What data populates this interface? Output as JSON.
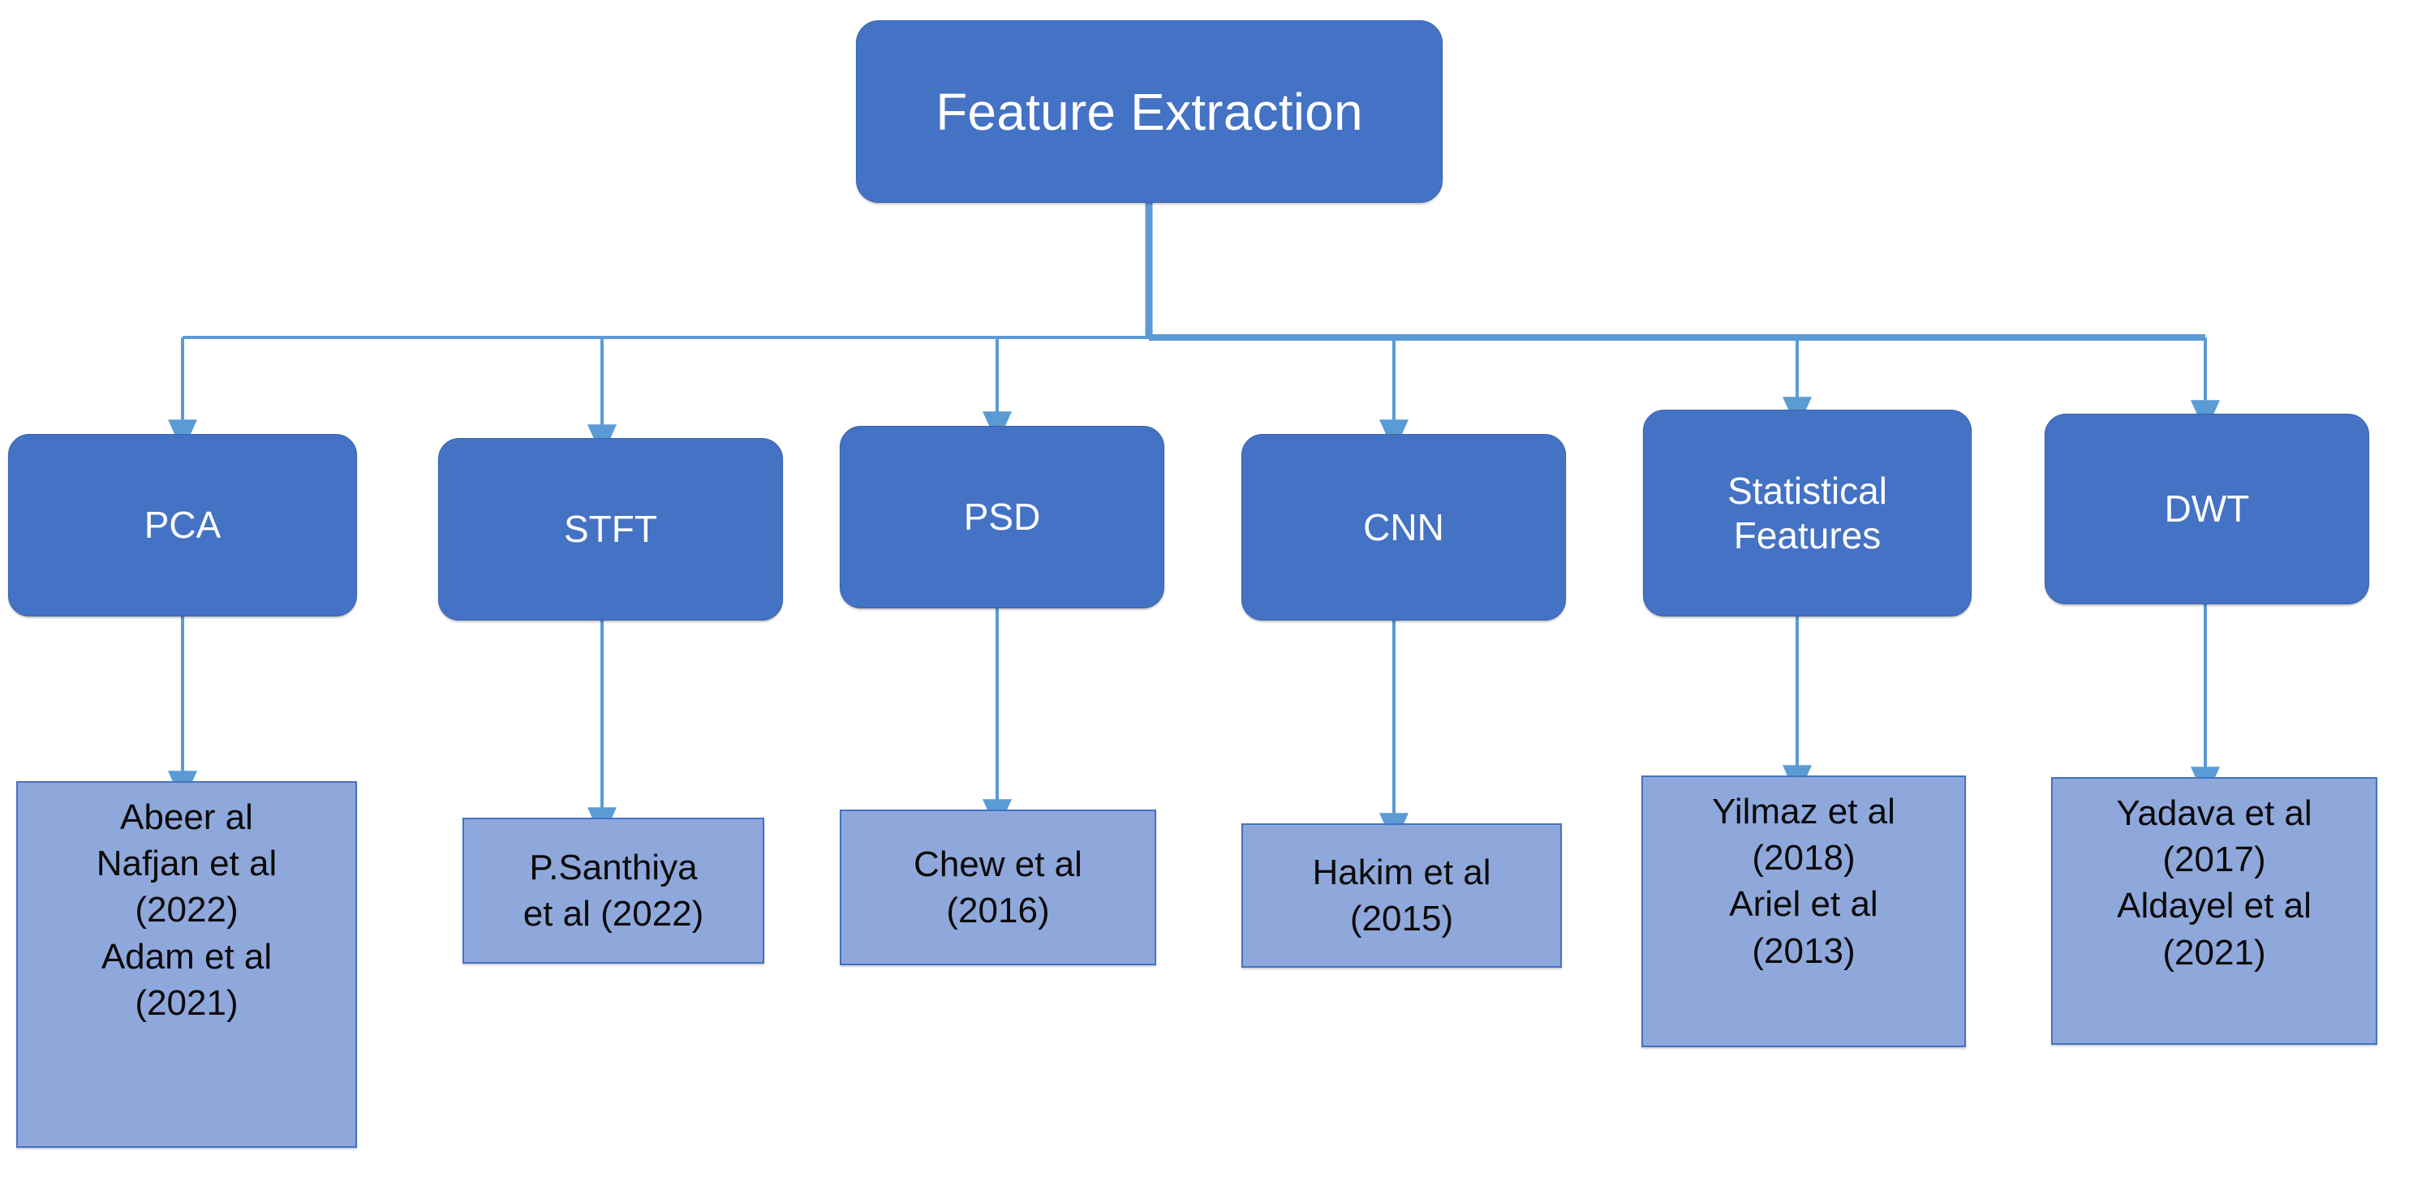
{
  "diagram": {
    "title": "Feature Extraction",
    "type": "tree-hierarchy",
    "colors": {
      "branch_fill": "#4472C4",
      "branch_text": "#FFFFFF",
      "leaf_fill": "#8FA8DC",
      "leaf_border": "#4472C4",
      "leaf_text": "#000000",
      "connector": "#5B9BD5",
      "background": "#FFFFFF"
    },
    "root": {
      "label": "Feature Extraction"
    },
    "branches": [
      {
        "id": "pca",
        "label": "PCA",
        "leaf": "Abeer al\nNafjan et al\n(2022)\nAdam et al\n(2021)"
      },
      {
        "id": "stft",
        "label": "STFT",
        "leaf": "P.Santhiya\net al (2022)"
      },
      {
        "id": "psd",
        "label": "PSD",
        "leaf": "Chew  et al\n(2016)"
      },
      {
        "id": "cnn",
        "label": "CNN",
        "leaf": "Hakim et al\n(2015)"
      },
      {
        "id": "statistical-features",
        "label": "Statistical\nFeatures",
        "leaf": "Yilmaz et al\n(2018)\nAriel et al\n(2013)"
      },
      {
        "id": "dwt",
        "label": "DWT",
        "leaf": "Yadava et al\n(2017)\nAldayel et al\n(2021)"
      }
    ]
  }
}
